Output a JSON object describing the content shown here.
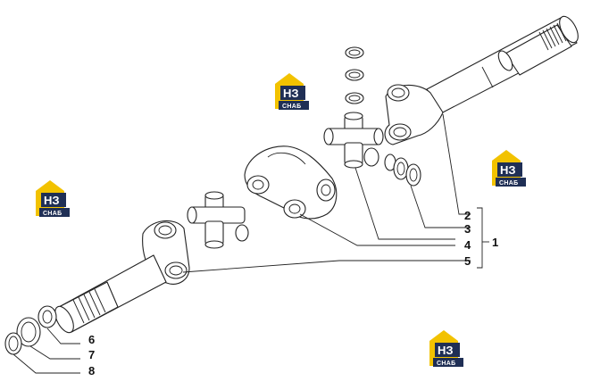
{
  "callouts": {
    "c1": "1",
    "c2": "2",
    "c3": "3",
    "c4": "4",
    "c5": "5",
    "c6": "6",
    "c7": "7",
    "c8": "8"
  },
  "watermark": {
    "mark": "НЗ",
    "sub": "СНАБ",
    "colors": {
      "yellow": "#f2c200",
      "dark": "#1f2f55"
    }
  }
}
